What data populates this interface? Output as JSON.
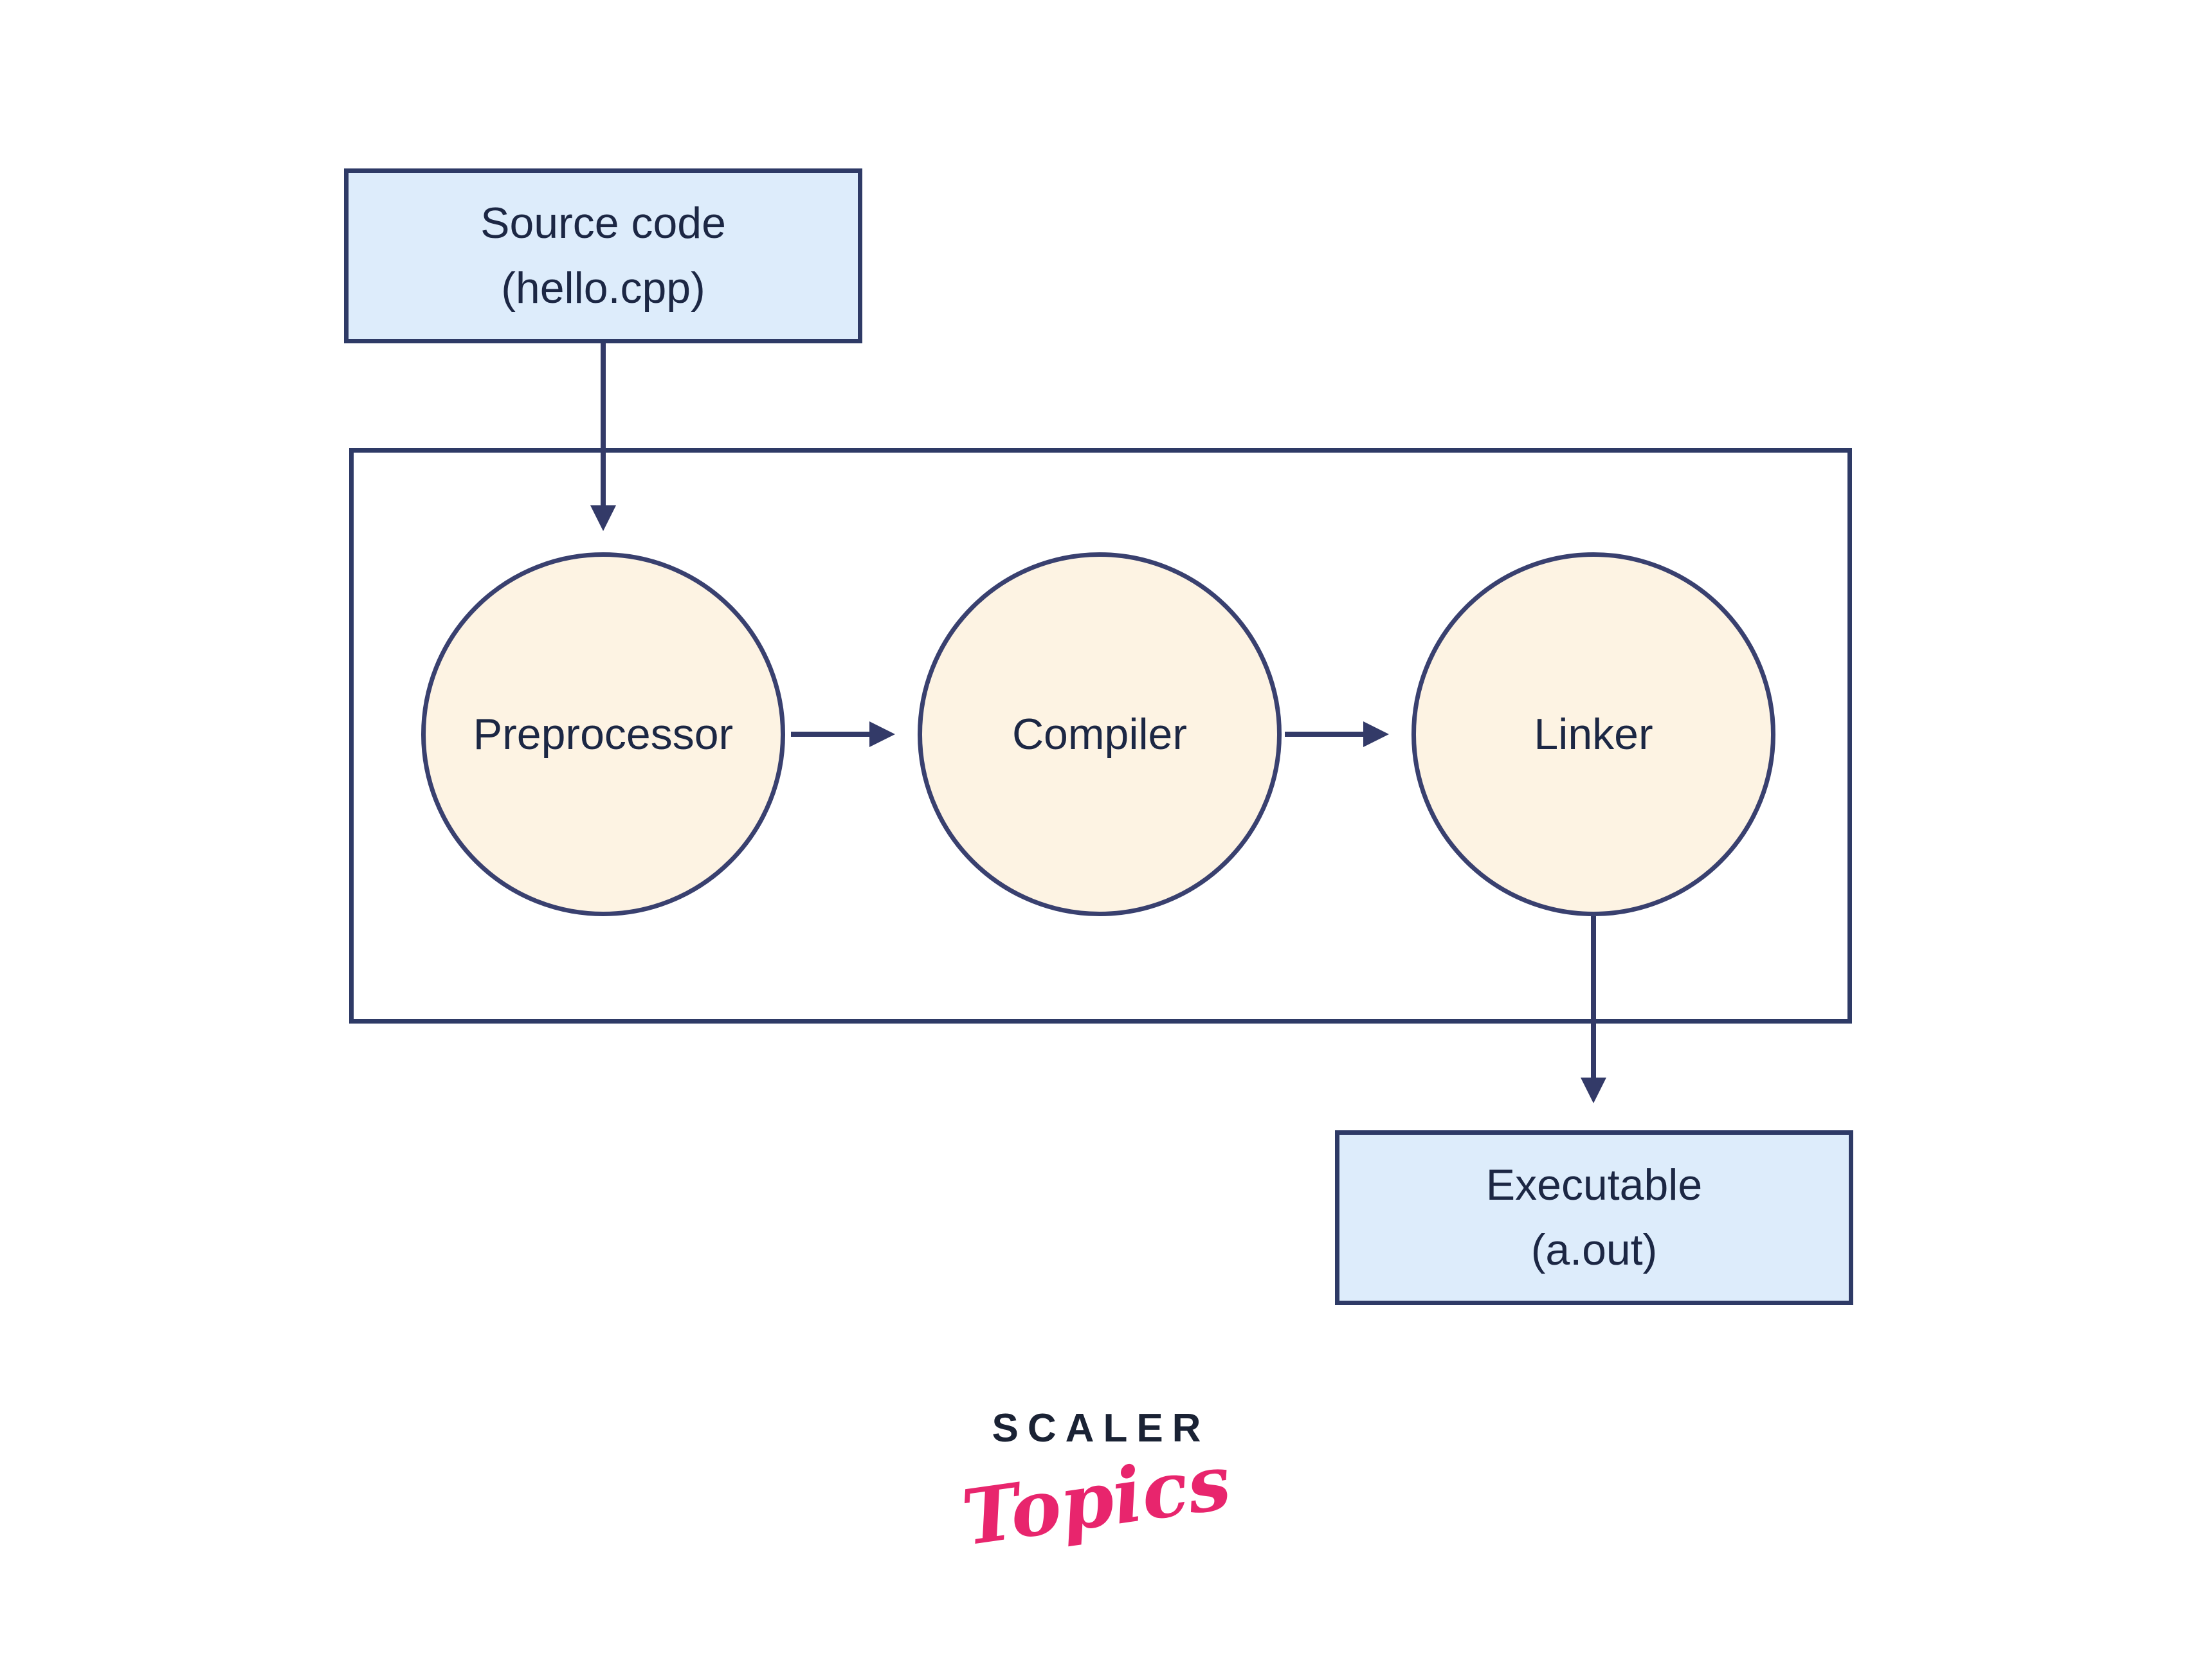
{
  "diagram": {
    "source_box": {
      "line1": "Source code",
      "line2": "(hello.cpp)"
    },
    "stages": [
      {
        "label": "Preprocessor"
      },
      {
        "label": "Compiler"
      },
      {
        "label": "Linker"
      }
    ],
    "output_box": {
      "line1": "Executable",
      "line2": "(a.out)"
    },
    "logo": {
      "brand": "SCALER",
      "sub": "Topics"
    },
    "colors": {
      "background": "#ffffff",
      "box_fill": "#ddecfb",
      "circle_fill": "#fdf3e3",
      "stroke_navy": "#333a68",
      "label_text": "#1c2744",
      "brand_navy": "#1a2234",
      "brand_pink": "#e8256d"
    }
  }
}
